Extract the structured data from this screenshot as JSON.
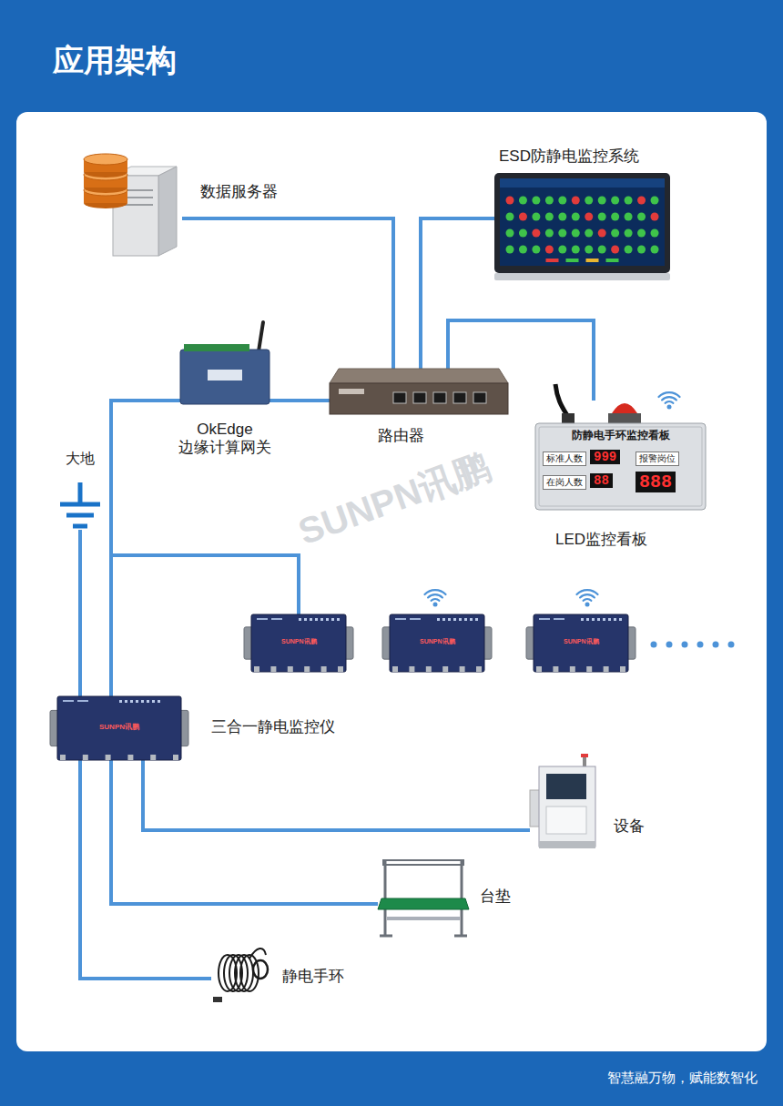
{
  "diagram": {
    "title": "应用架构",
    "nodes": [
      {
        "text": [
          "数据服务器"
        ]
      },
      {
        "text": [
          "ESD防静电监控系统"
        ]
      },
      {
        "text": [
          "OkEdge 边缘计算网关"
        ]
      },
      {
        "text": [
          "路由器"
        ]
      },
      {
        "text": [
          "防静电手环监控看板",
          "标准人数",
          "999",
          "报警岗位",
          "在岗人数",
          "88",
          "888",
          "LED监控看板"
        ]
      },
      {
        "text": [
          "大地"
        ]
      },
      {
        "text": [
          "SUNPN讯鹏"
        ]
      },
      {
        "text": [
          "SUNPN讯鹏"
        ]
      },
      {
        "text": [
          "SUNPN讯鹏"
        ]
      },
      {
        "text": [
          "SUNPN讯鹏",
          "三合一静电监控仪"
        ]
      },
      {
        "text": [
          "设备"
        ]
      },
      {
        "text": [
          "台垫"
        ]
      },
      {
        "text": [
          "静电手环"
        ]
      }
    ],
    "edges": [
      {
        "from": 0,
        "to": 3,
        "arrow": "none"
      },
      {
        "from": 1,
        "to": 3,
        "arrow": "none"
      },
      {
        "from": 3,
        "to": 4,
        "arrow": "none"
      },
      {
        "from": 2,
        "to": 3,
        "arrow": "none"
      },
      {
        "from": 2,
        "to": 9,
        "arrow": "none"
      },
      {
        "from": 2,
        "to": 6,
        "arrow": "none"
      },
      {
        "from": 5,
        "to": 9,
        "arrow": "none"
      },
      {
        "from": 9,
        "to": 10,
        "arrow": "none"
      },
      {
        "from": 9,
        "to": 11,
        "arrow": "none"
      },
      {
        "from": 9,
        "to": 12,
        "arrow": "none"
      }
    ],
    "labels": [
      "SUNPN讯鹏",
      "智慧融万物，赋能数智化"
    ]
  }
}
